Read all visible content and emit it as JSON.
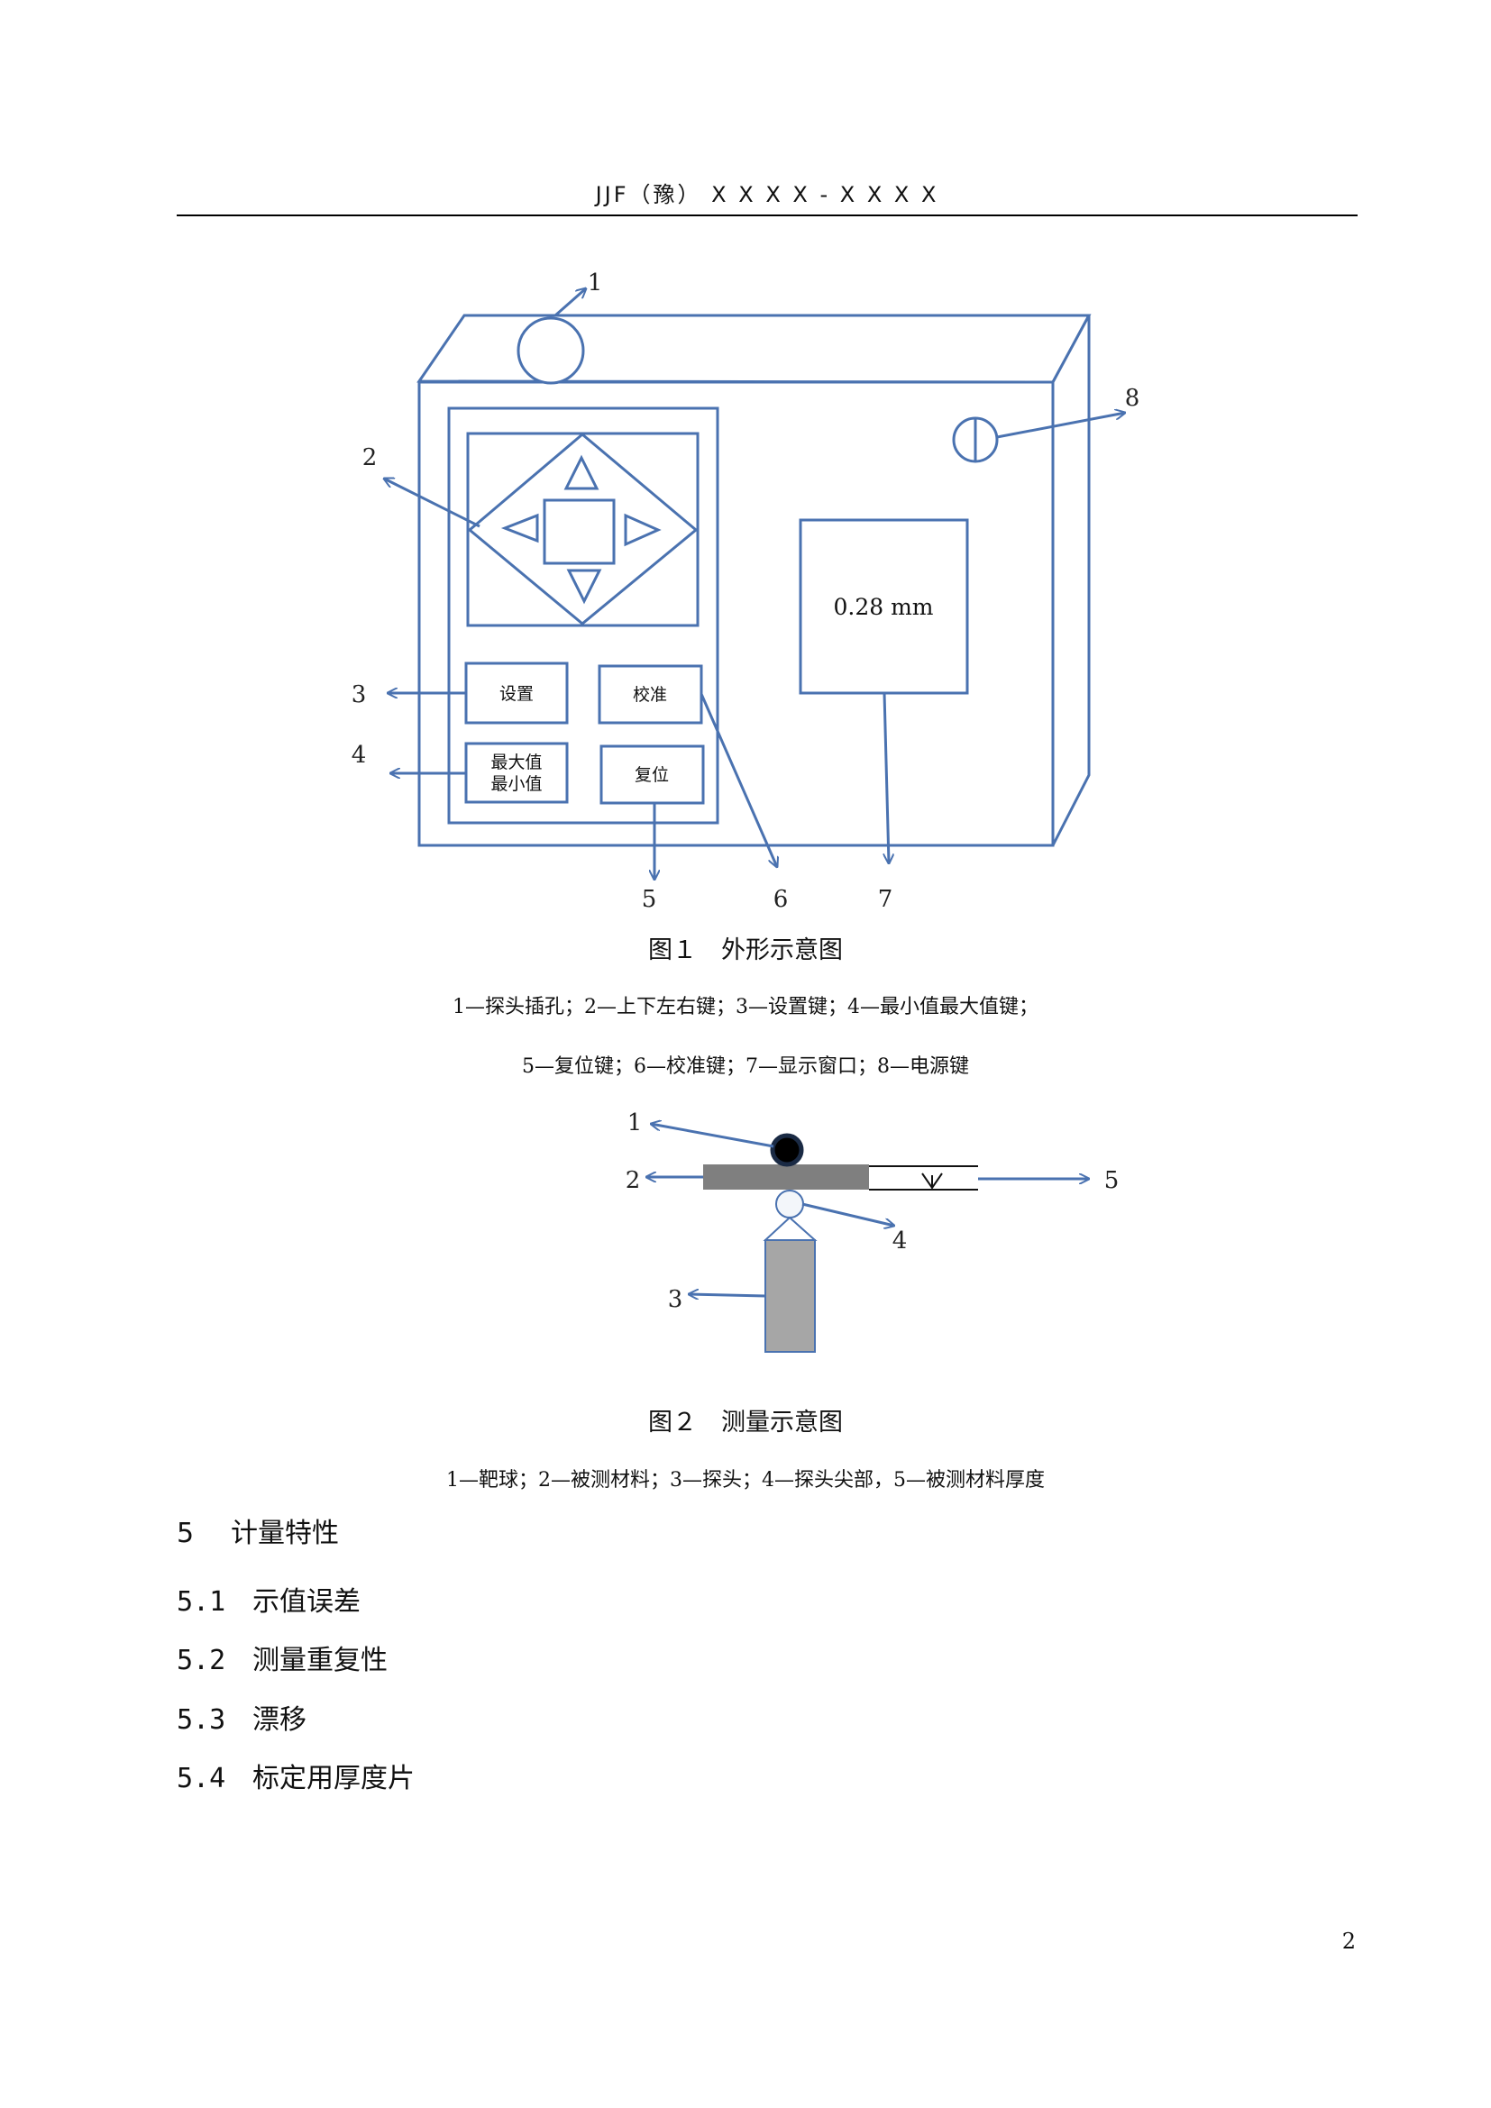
{
  "header": {
    "text": "JJF（豫） X X X X - X X X X"
  },
  "figure1": {
    "button_set": "设置",
    "button_calibrate": "校准",
    "button_max": "最大值",
    "button_min": "最小值",
    "button_reset": "复位",
    "display_value": "0.28 mm",
    "callouts": [
      "1",
      "2",
      "3",
      "4",
      "5",
      "6",
      "7",
      "8"
    ],
    "caption_title": "图１　外形示意图",
    "legend_line1": "1—探头插孔；2—上下左右键；3—设置键；4—最小值最大值键；",
    "legend_line2": "5—复位键；6—校准键；7—显示窗口；8—电源键"
  },
  "figure2": {
    "callouts": [
      "1",
      "2",
      "3",
      "4",
      "5"
    ],
    "caption_title": "图２　测量示意图",
    "legend": "1—靶球；2—被测材料；3—探头；4—探头尖部，5—被测材料厚度"
  },
  "section": {
    "number": "5",
    "title": "计量特性",
    "items": [
      {
        "number": "5.1",
        "title": "示值误差"
      },
      {
        "number": "5.2",
        "title": "测量重复性"
      },
      {
        "number": "5.3",
        "title": "漂移"
      },
      {
        "number": "5.4",
        "title": "标定用厚度片"
      }
    ]
  },
  "page_number": "2",
  "colors": {
    "line": "#4a72b0",
    "dark_ball": "#1a2a44",
    "material": "#7f7f7f",
    "probe": "#a6a6a6"
  }
}
